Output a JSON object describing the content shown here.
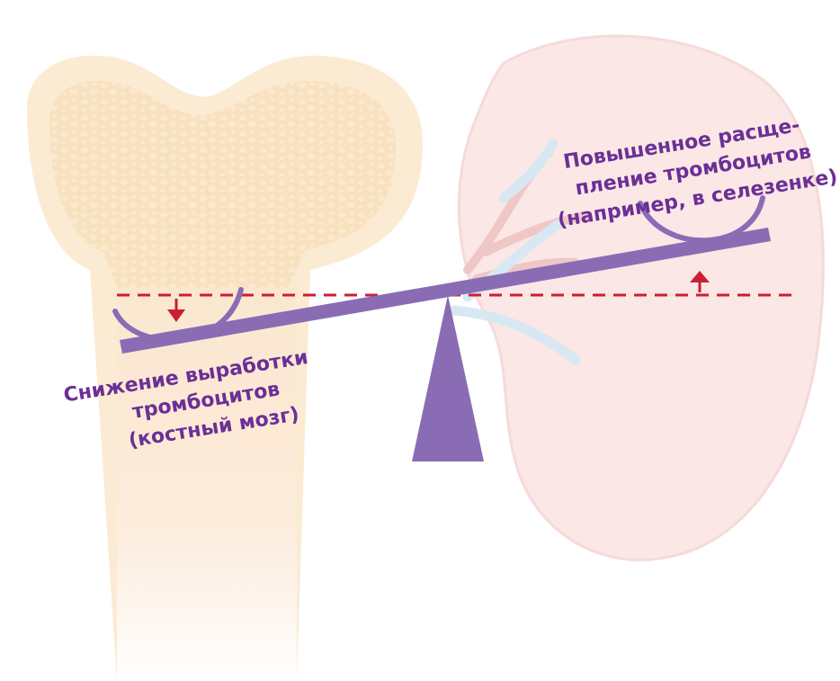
{
  "colors": {
    "beam": "#8a6cb4",
    "fulcrum": "#8a6cb4",
    "reference_line": "#cc1d33",
    "arrow": "#cc1d33",
    "caption_text": "#6b2f96",
    "bone_background": "#fbe7c9",
    "spleen_background": "#f7dcd8"
  },
  "labels": {
    "left": {
      "line1": "Снижение выработки",
      "line2": "тромбоцитов",
      "line3": "(костный мозг)"
    },
    "right": {
      "line1": "Повышенное расще-",
      "line2": "пление тромбоцитов",
      "line3": "(например, в селезенке)"
    }
  },
  "icons": {
    "left_arrow": "arrow-down-icon",
    "right_arrow": "arrow-up-icon",
    "background_left": "bone-illustration",
    "background_right": "spleen-illustration"
  }
}
